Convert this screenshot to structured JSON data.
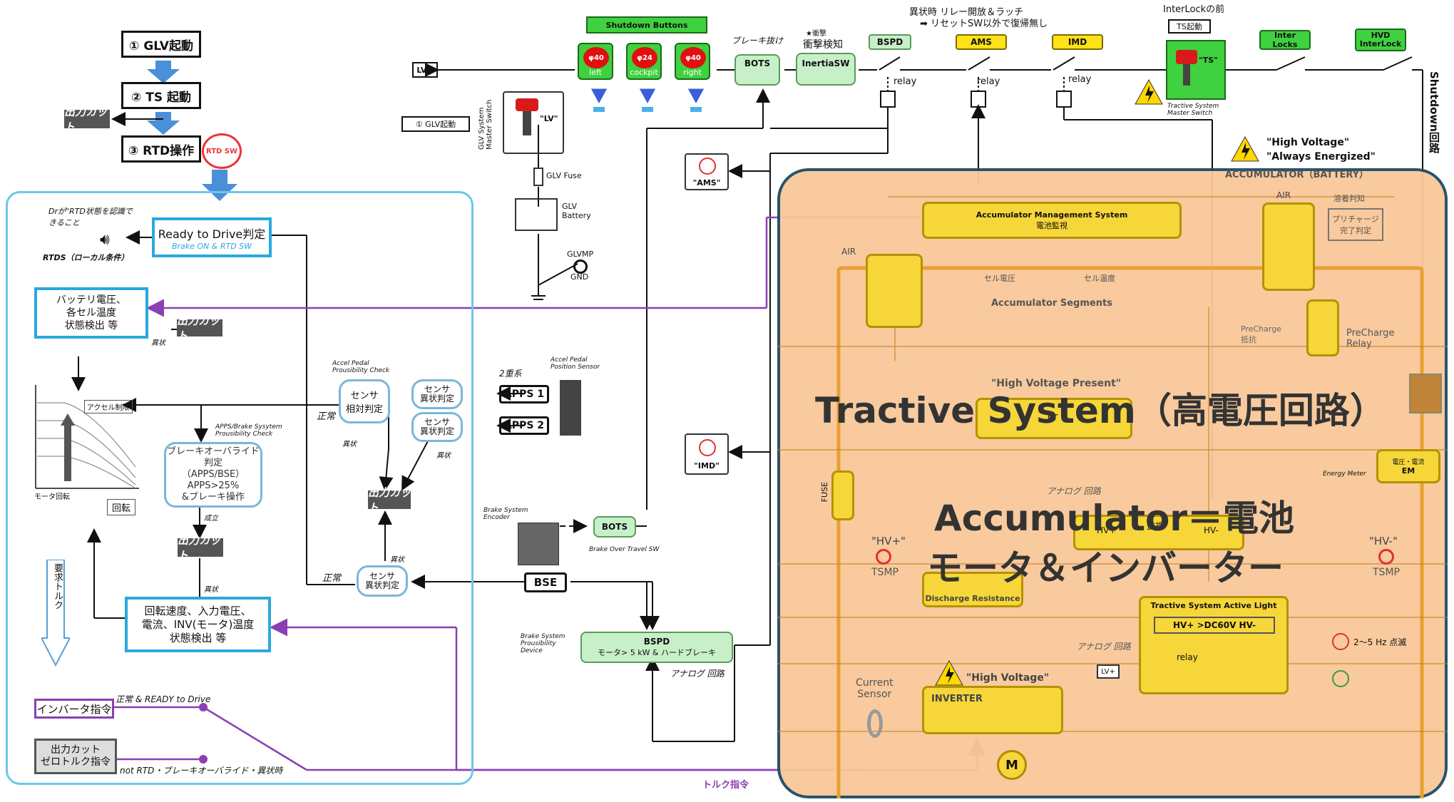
{
  "flow": {
    "step1": "① GLV起動",
    "step2": "② TS 起動",
    "step3": "③ RTD操作",
    "rtd_sw": "RTD SW",
    "cut_top": "出力カット"
  },
  "shutdown": {
    "buttons_title": "Shutdown Buttons",
    "btn_left_size": "φ40",
    "btn_left_label": "left",
    "btn_cockpit_size": "φ24",
    "btn_cockpit_label": "cockpit",
    "btn_right_size": "φ40",
    "btn_right_label": "right",
    "lv_plus": "LV+",
    "glv_start": "① GLV起動",
    "brake_overtravel": "ブレーキ抜け",
    "bots": "BOTS",
    "impact_detect_small": "★衝撃",
    "impact_detect": "衝撃検知",
    "inertia": "InertiaSW",
    "bspd": "BSPD",
    "ams": "AMS",
    "imd": "IMD",
    "relay1": "relay",
    "relay2": "relay",
    "relay3": "relay",
    "relay_note1": "異状時 リレー開放＆ラッチ",
    "relay_note2": "➡ リセットSW以外で復帰無し",
    "interlock_before": "InterLockの前",
    "ts_start": "TS起動",
    "ts_switch": "\"TS\"",
    "ts_master": "Tractive System Master Switch",
    "interlocks": "Inter Locks",
    "hvd_interlock": "HVD InterLock",
    "shutdown_circuit": "Shutdown回路",
    "glv_master": "GLV System Master Switch",
    "lv_switch": "\"LV\"",
    "glv_fuse": "GLV Fuse",
    "glv_battery": "GLV Battery",
    "glvmp": "GLVMP",
    "gnd": "GND",
    "ams_lamp": "\"AMS\"",
    "imd_lamp": "\"IMD\""
  },
  "left": {
    "dr_note": "Drが\"RTD状態を認識できること",
    "rtds": "RTDS（ローカル条件）",
    "rtd_judge": "Ready to Drive判定",
    "rtd_cond": "Brake ON & RTD SW",
    "battery_detect1": "バッテリ電圧、",
    "battery_detect2": "各セル温度",
    "battery_detect3": "状態検出 等",
    "cut": "出力カット",
    "abnormal": "異状",
    "accel_limit": "アクセル制限",
    "motor_speed": "モータ回転",
    "speed_label": "回転",
    "torque_req": "要求トルク",
    "plausibility_title1": "APPS/Brake Sysytem",
    "plausibility_title2": "Prousibility Check",
    "brake_override1": "ブレーキオーバライド判定",
    "brake_override2": "（APPS/BSE）",
    "brake_override3": "APPS>25%",
    "brake_override4": "&ブレーキ操作",
    "established": "成立",
    "inv_detect1": "回転速度、入力電圧、",
    "inv_detect2": "電流、INV(モータ)温度",
    "inv_detect3": "状態検出 等",
    "inverter_cmd": "インバータ指令",
    "normal_rtd": "正常 & READY to Drive",
    "cut_zero1": "出力カット",
    "cut_zero2": "ゼロトルク指令",
    "not_rtd": "not RTD・ブレーキオーバライド・異状時"
  },
  "sensors": {
    "accel_check1": "Accel Pedal",
    "accel_check2": "Prousibility Check",
    "sensor_relative1": "センサ",
    "sensor_relative2": "相対判定",
    "sensor_abn1": "センサ",
    "sensor_abn2": "異状判定",
    "dual": "2重系",
    "apps1": "APPS 1",
    "apps2": "APPS 2",
    "apps_sensor1": "Accel Pedal",
    "apps_sensor2": "Position Sensor",
    "normal": "正常",
    "abnormal": "異状",
    "cut": "出力カット",
    "brake_encoder1": "Brake System",
    "brake_encoder2": "Encoder",
    "bots": "BOTS",
    "bots_desc": "Brake Over Travel SW",
    "bse": "BSE",
    "bspd": "BSPD",
    "bspd_cond": "モータ> 5 kW & ハードブレーキ",
    "bspd_desc1": "Brake System",
    "bspd_desc2": "Prousibility",
    "bspd_desc3": "Device",
    "analog": "アナログ 回路",
    "torque_cmd": "トルク指令"
  },
  "accumulator": {
    "hv_warning1": "\"High Voltage\"",
    "hv_warning2": "\"Always Energized\"",
    "acc_battery": "ACCUMULATOR（BATTERY）",
    "ams_title": "Accumulator Management System",
    "ams_sub": "電池監視",
    "air_left": "AIR",
    "air_right": "AIR",
    "cell_voltage": "セル電圧",
    "cell_temp": "セル温度",
    "segments": "Accumulator Segments",
    "welding": "溶着判知",
    "precharge_done1": "プリチャージ",
    "precharge_done2": "完了判定",
    "precharge_res1": "PreCharge",
    "precharge_res2": "抵抗",
    "precharge_relay1": "PreCharge",
    "precharge_relay2": "Relay",
    "hv_present": "\"High Voltage Present\"",
    "or": "or",
    "energy_meter": "Energy Meter",
    "em": "EM",
    "em_note": "電圧・電流",
    "fuse": "FUSE",
    "hv_plus": "\"HV+\"",
    "hv_minus": "\"HV-\"",
    "tsmp_left": "TSMP",
    "tsmp_right": "TSMP",
    "analog": "アナログ 回路",
    "monitor": "監視",
    "hv_plus_s": "HV+",
    "hv_minus_s": "HV-",
    "discharge": "Discharge Resistance",
    "tsal_title": "Tractive System Active Light",
    "tsal_cond": "HV+ >DC60V HV-",
    "tsal_blink": "2～5 Hz 点滅",
    "relay": "relay",
    "lv_plus": "LV+",
    "current_sensor1": "Current",
    "current_sensor2": "Sensor",
    "hv_label": "\"High Voltage\"",
    "inverter": "INVERTER",
    "motor": "M",
    "overlay1": "Tractive System（高電圧回路）",
    "overlay2": "Accumulator＝電池",
    "overlay3": "モータ＆インバーター"
  },
  "colors": {
    "green": "#3fd13f",
    "yellow": "#f7d63a",
    "blue_border": "#2aa8df",
    "orange_overlay": "#f8c898",
    "purple": "#8a3fb5",
    "overlay_border": "#1e4a66"
  }
}
